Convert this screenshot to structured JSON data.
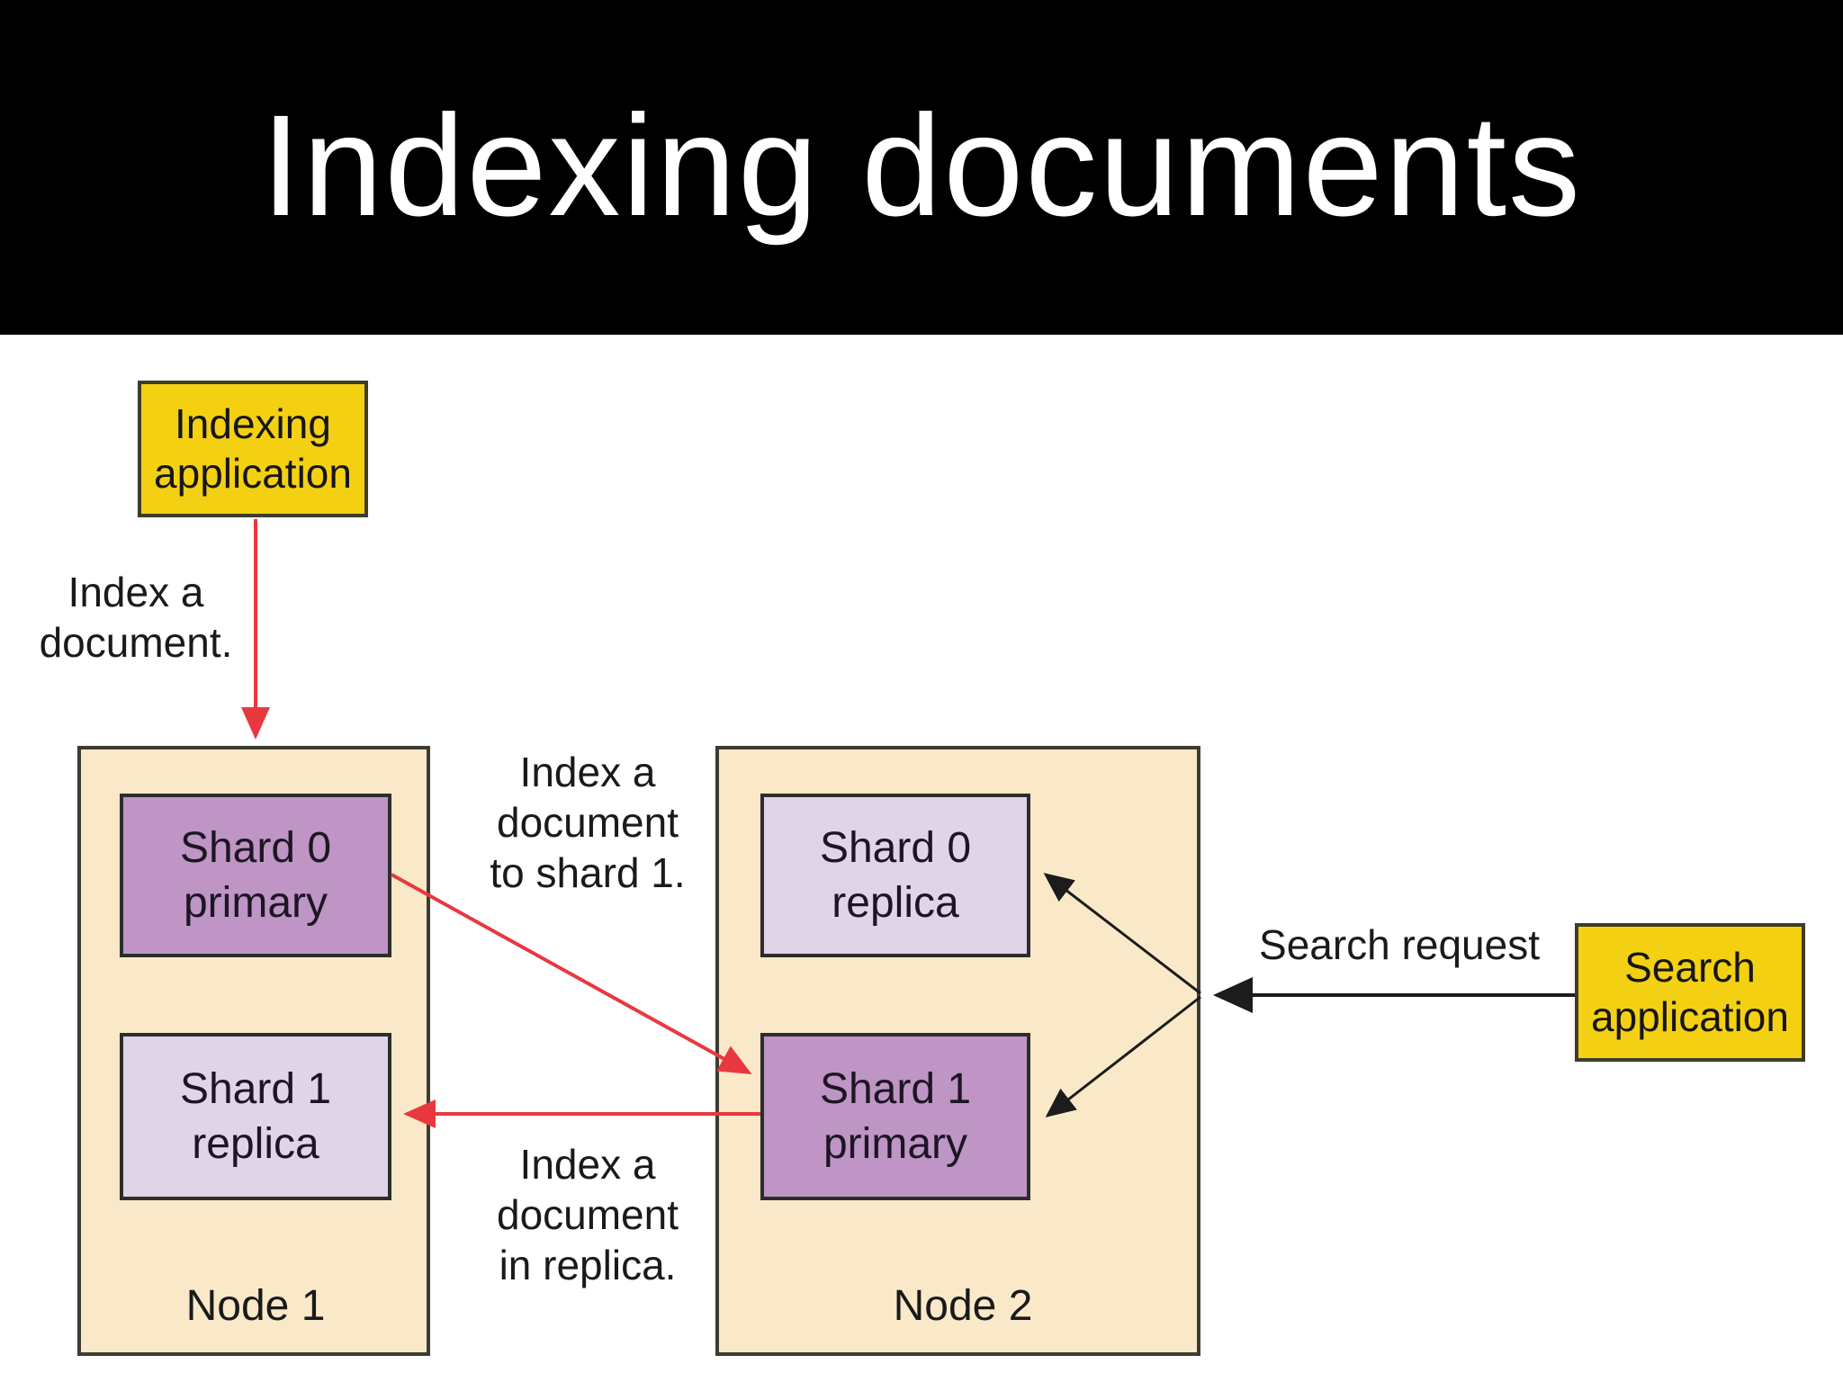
{
  "title": "Indexing documents",
  "labels": {
    "indexing_app": "Indexing\napplication",
    "search_app": "Search\napplication",
    "index_a_document": "Index a\ndocument.",
    "index_to_shard1": "Index a\ndocument\nto shard 1.",
    "index_in_replica": "Index a\ndocument\nin replica.",
    "search_request": "Search request"
  },
  "nodes": [
    {
      "name": "Node 1",
      "shards": [
        {
          "label": "Shard 0\nprimary",
          "type": "primary"
        },
        {
          "label": "Shard 1\nreplica",
          "type": "replica"
        }
      ]
    },
    {
      "name": "Node 2",
      "shards": [
        {
          "label": "Shard 0\nreplica",
          "type": "replica"
        },
        {
          "label": "Shard 1\nprimary",
          "type": "primary"
        }
      ]
    }
  ],
  "colors": {
    "title_bar_bg": "#000000",
    "title_text": "#ffffff",
    "app_box_fill": "#f4d013",
    "node_fill": "#fae9c8",
    "shard_primary_fill": "#be95c5",
    "shard_replica_fill": "#e0d4e9",
    "arrow_red": "#e8383f",
    "arrow_black": "#1c1c1c",
    "text": "#1a1a1a"
  }
}
